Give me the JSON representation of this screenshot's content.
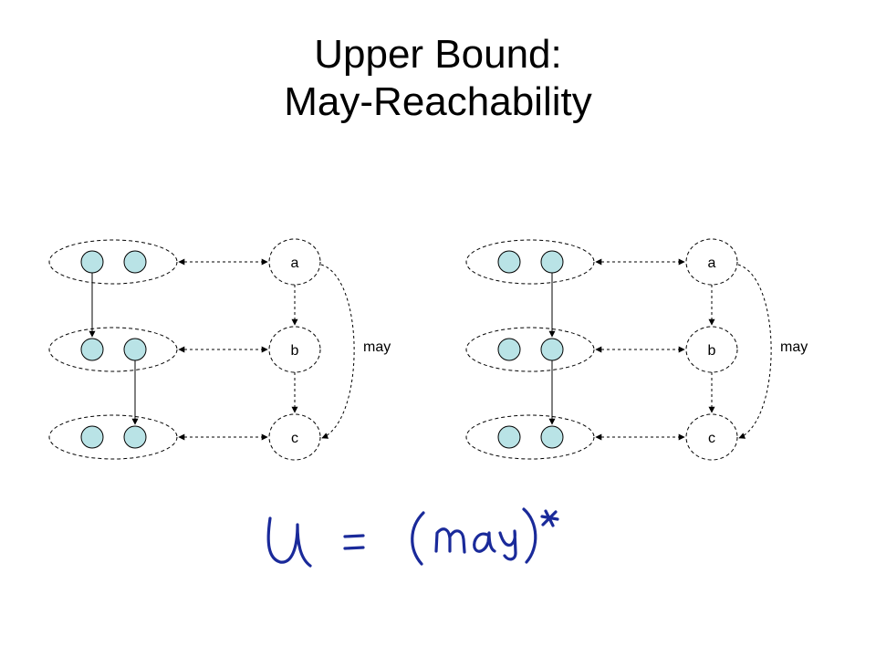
{
  "title": {
    "line1": "Upper Bound:",
    "line2": "May-Reachability"
  },
  "diagrams": [
    {
      "nodes": {
        "a": "a",
        "b": "b",
        "c": "c"
      },
      "edge_label": "may",
      "solid_edges": "top-left to middle-left; middle-right to bottom-right"
    },
    {
      "nodes": {
        "a": "a",
        "b": "b",
        "c": "c"
      },
      "edge_label": "may",
      "solid_edges": "top-right to middle-right; middle-right to bottom-right"
    }
  ],
  "handwriting": "U = (may)*",
  "colors": {
    "circle_fill": "#b9e3e6",
    "stroke": "#000000",
    "handwriting": "#1a2a9a"
  }
}
